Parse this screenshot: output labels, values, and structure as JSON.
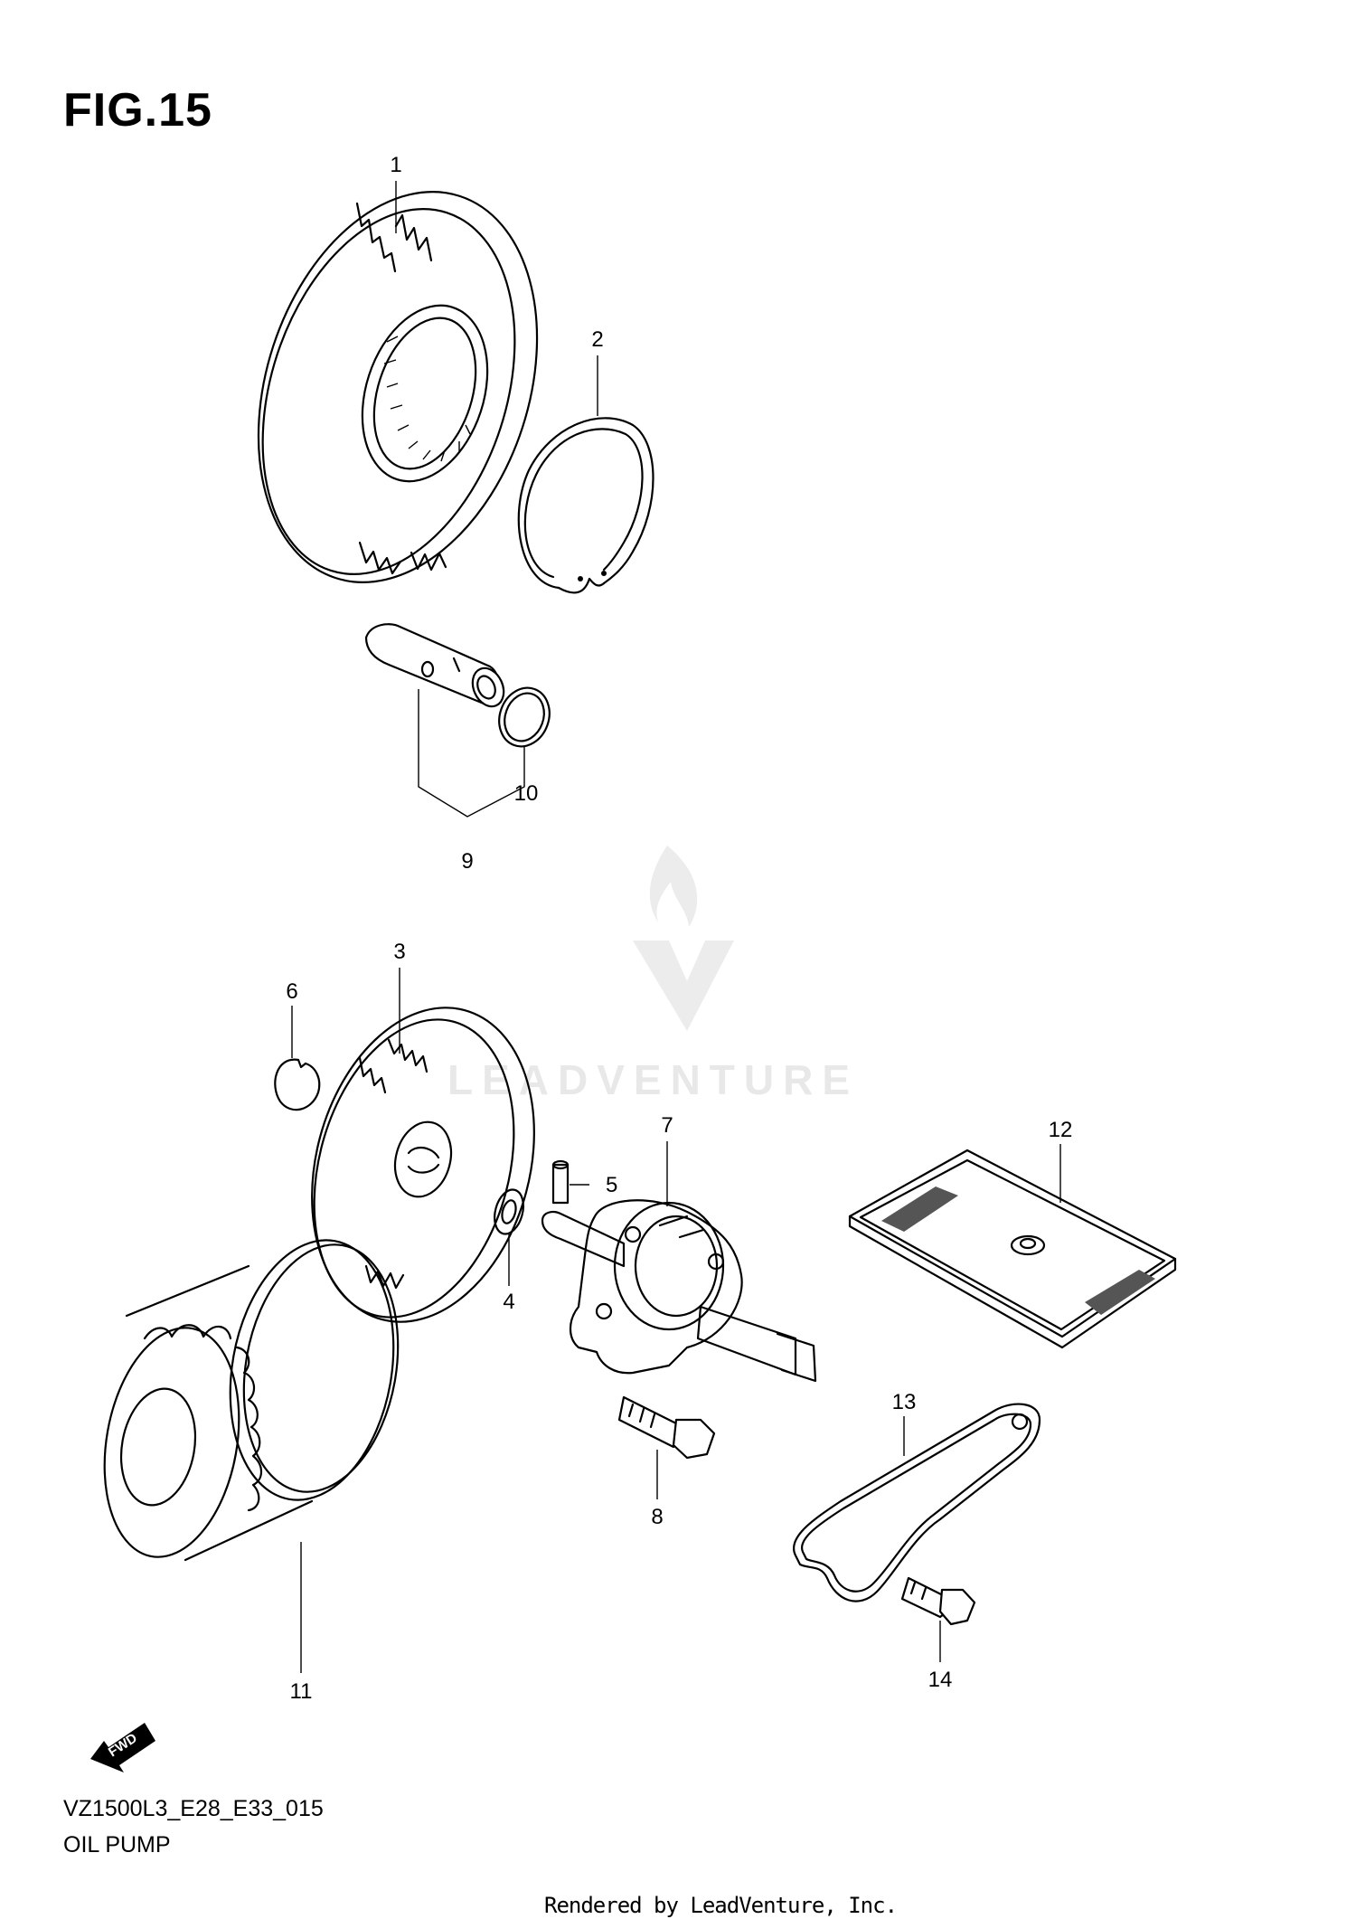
{
  "figure": {
    "title": "FIG.15",
    "model_code": "VZ1500L3_E28_E33_015",
    "diagram_name": "OIL PUMP",
    "rendered_by": "Rendered by LeadVenture, Inc."
  },
  "watermark": {
    "text": "LEADVENTURE",
    "color": "#e8e8e8"
  },
  "direction_badge": {
    "text": "FWD",
    "icon": "fwd-arrow-icon"
  },
  "callouts": [
    {
      "number": "1",
      "part": "gear-1"
    },
    {
      "number": "2",
      "part": "circlip-2"
    },
    {
      "number": "3",
      "part": "gear-3"
    },
    {
      "number": "4",
      "part": "washer-4"
    },
    {
      "number": "5",
      "part": "pin-5"
    },
    {
      "number": "6",
      "part": "circlip-6"
    },
    {
      "number": "7",
      "part": "oil-pump-7"
    },
    {
      "number": "8",
      "part": "bolt-8"
    },
    {
      "number": "9",
      "part": "shaft-9"
    },
    {
      "number": "10",
      "part": "o-ring-10"
    },
    {
      "number": "11",
      "part": "oil-filter-11"
    },
    {
      "number": "12",
      "part": "strainer-12"
    },
    {
      "number": "13",
      "part": "gasket-13"
    },
    {
      "number": "14",
      "part": "bolt-14"
    }
  ]
}
